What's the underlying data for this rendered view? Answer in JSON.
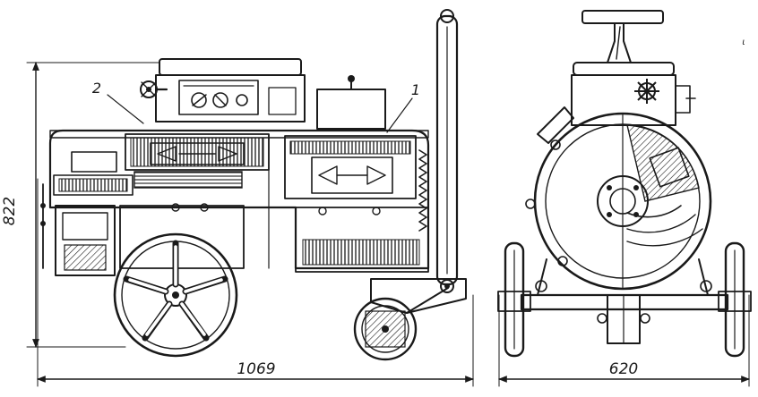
{
  "drawing": {
    "callouts": {
      "part_1": "1",
      "part_2": "2"
    },
    "dimensions": {
      "height": "822",
      "length": "1069",
      "width": "620"
    },
    "stray_mark": "ι"
  }
}
